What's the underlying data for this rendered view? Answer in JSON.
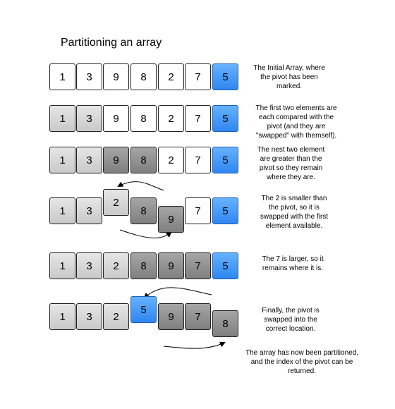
{
  "title": "Partitioning an array",
  "colors": {
    "white": "#ffffff",
    "light_gray": "#d4d4d4",
    "dark_gray": "#8c8c8c",
    "pivot_blue": "#3d8ff5"
  },
  "rows": [
    {
      "cells": [
        {
          "value": "1",
          "style": "white"
        },
        {
          "value": "3",
          "style": "white"
        },
        {
          "value": "9",
          "style": "white"
        },
        {
          "value": "8",
          "style": "white"
        },
        {
          "value": "2",
          "style": "white"
        },
        {
          "value": "7",
          "style": "white"
        },
        {
          "value": "5",
          "style": "blue"
        }
      ],
      "note": [
        "The Initial Array, where",
        "the pivot has been",
        "marked."
      ]
    },
    {
      "cells": [
        {
          "value": "1",
          "style": "light"
        },
        {
          "value": "3",
          "style": "light"
        },
        {
          "value": "9",
          "style": "white"
        },
        {
          "value": "8",
          "style": "white"
        },
        {
          "value": "2",
          "style": "white"
        },
        {
          "value": "7",
          "style": "white"
        },
        {
          "value": "5",
          "style": "blue"
        }
      ],
      "note": [
        "The first two elements are",
        "each compared with the",
        "pivot (and they are",
        "\"swapped\" with themself)."
      ]
    },
    {
      "cells": [
        {
          "value": "1",
          "style": "light"
        },
        {
          "value": "3",
          "style": "light"
        },
        {
          "value": "9",
          "style": "dark"
        },
        {
          "value": "8",
          "style": "dark"
        },
        {
          "value": "2",
          "style": "white"
        },
        {
          "value": "7",
          "style": "white"
        },
        {
          "value": "5",
          "style": "blue"
        }
      ],
      "note": [
        "The nest two element",
        "are greater than the",
        "pivot so they remain",
        "where they are."
      ]
    },
    {
      "cells": [
        {
          "value": "1",
          "style": "light"
        },
        {
          "value": "3",
          "style": "light"
        },
        {
          "value": "2",
          "style": "light"
        },
        {
          "value": "8",
          "style": "dark"
        },
        {
          "value": "9",
          "style": "dark"
        },
        {
          "value": "7",
          "style": "white"
        },
        {
          "value": "5",
          "style": "blue"
        }
      ],
      "note": [
        "The 2 is smaller than",
        "the pivot, so it is",
        "swapped with the first",
        "element available."
      ]
    },
    {
      "cells": [
        {
          "value": "1",
          "style": "light"
        },
        {
          "value": "3",
          "style": "light"
        },
        {
          "value": "2",
          "style": "light"
        },
        {
          "value": "8",
          "style": "dark"
        },
        {
          "value": "9",
          "style": "dark"
        },
        {
          "value": "7",
          "style": "dark"
        },
        {
          "value": "5",
          "style": "blue"
        }
      ],
      "note": [
        "The 7 is larger, so it",
        "remains where it is."
      ]
    },
    {
      "cells": [
        {
          "value": "1",
          "style": "light"
        },
        {
          "value": "3",
          "style": "light"
        },
        {
          "value": "2",
          "style": "light"
        },
        {
          "value": "5",
          "style": "blue"
        },
        {
          "value": "9",
          "style": "dark"
        },
        {
          "value": "7",
          "style": "dark"
        },
        {
          "value": "8",
          "style": "dark"
        }
      ],
      "note": [
        "Finally, the pivot is",
        "swapped into the",
        "correct location."
      ]
    }
  ],
  "final_note": [
    "The array has now been partitioned,",
    "and the index of the pivot can be",
    "returned."
  ]
}
